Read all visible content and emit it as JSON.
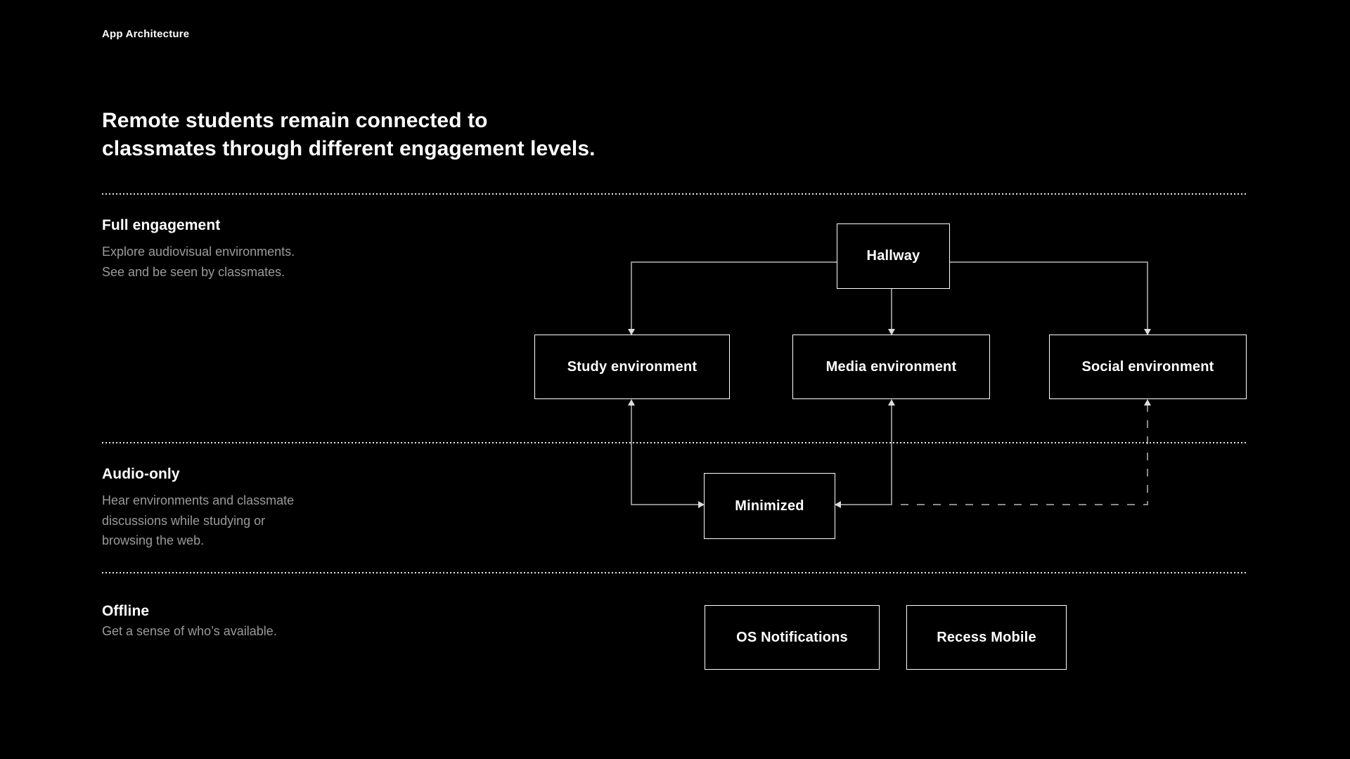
{
  "page": {
    "title": "App Architecture",
    "heading": "Remote students remain connected to\nclassmates through different engagement levels."
  },
  "sections": [
    {
      "title": "Full engagement",
      "description": "Explore audiovisual environments.\nSee and be seen by classmates."
    },
    {
      "title": "Audio-only",
      "description": "Hear environments and classmate\ndiscussions while studying or\nbrowsing the web."
    },
    {
      "title": "Offline",
      "description": "Get a sense of who’s available."
    }
  ],
  "nodes": {
    "hallway": "Hallway",
    "study": "Study environment",
    "media": "Media environment",
    "social": "Social environment",
    "minimized": "Minimized",
    "os_notifications": "OS Notifications",
    "recess_mobile": "Recess Mobile"
  },
  "colors": {
    "background": "#000000",
    "text": "#ffffff",
    "muted_text": "#9a9a9a",
    "connector_line": "#8a8a8a",
    "arrowhead": "#dcdcdc",
    "box_border": "#ffffff",
    "divider": "#e6e6e6"
  }
}
